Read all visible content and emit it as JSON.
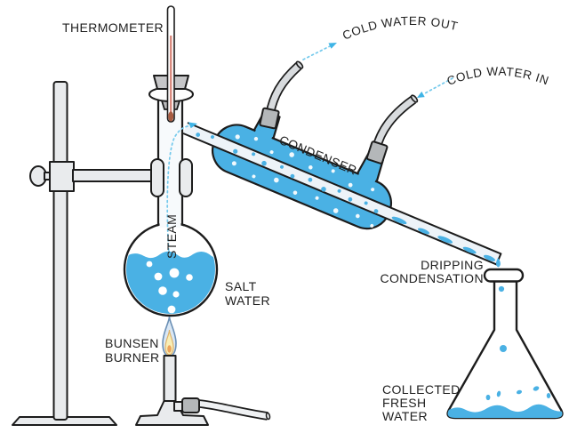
{
  "title": "Distillation of salt water diagram",
  "labels": {
    "thermometer": "THERMOMETER",
    "cold_water_out": "COLD WATER OUT",
    "cold_water_in": "COLD WATER IN",
    "condenser": "CONDENSER",
    "steam": "STEAM",
    "salt_water": [
      "SALT",
      "WATER"
    ],
    "bunsen_burner": [
      "BUNSEN",
      "BURNER"
    ],
    "dripping_condensation": [
      "DRIPPING",
      "CONDENSATION"
    ],
    "collected_fresh_water": [
      "COLLECTED",
      "FRESH",
      "WATER"
    ]
  },
  "colors": {
    "background": "#ffffff",
    "label_text": "#1f1f1f",
    "outline": "#1c1c1c",
    "water_blue": "#4ab1e4",
    "steam_arrow_blue": "#74c9ec",
    "arrowhead_blue": "#3fb4e6",
    "glass_tint": "#edf3f8",
    "metal_gray": "#e9ebed",
    "connector_gray": "#b4b7b9",
    "hose_gray": "#d8dbde",
    "flame_outer": "#d9e7f5",
    "flame_outer_edge": "#6a8fb5",
    "flame_inner": "#f8eeb6",
    "flame_inner_edge": "#e0b36a",
    "flame_core": "#eda45c",
    "thermometer_line": "#d98b80",
    "thermometer_bulb": "#a85c42"
  }
}
